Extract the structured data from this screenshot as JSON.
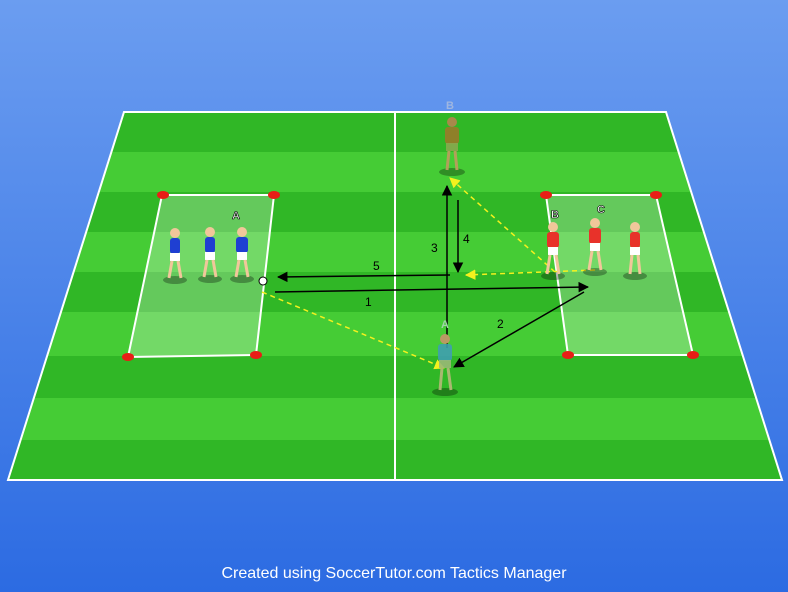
{
  "credit": "Created using SoccerTutor.com Tactics Manager",
  "players": {
    "blue_label": "A",
    "red_label_b": "B",
    "red_label_c": "C",
    "top_label": "B",
    "center_label": "A"
  },
  "passes": [
    {
      "id": "1",
      "label": "1"
    },
    {
      "id": "2",
      "label": "2"
    },
    {
      "id": "3",
      "label": "3"
    },
    {
      "id": "4",
      "label": "4"
    },
    {
      "id": "5",
      "label": "5"
    }
  ],
  "colors": {
    "sky_top": "#5e93ee",
    "sky_bottom": "#2f6fe3",
    "grass_dark": "#26a81b",
    "grass_light": "#3ec92e",
    "blue_team": "#1f3fd2",
    "red_team": "#e8322a",
    "neutral_top": "#9a7a2a",
    "neutral_center": "#3f9fb0"
  }
}
